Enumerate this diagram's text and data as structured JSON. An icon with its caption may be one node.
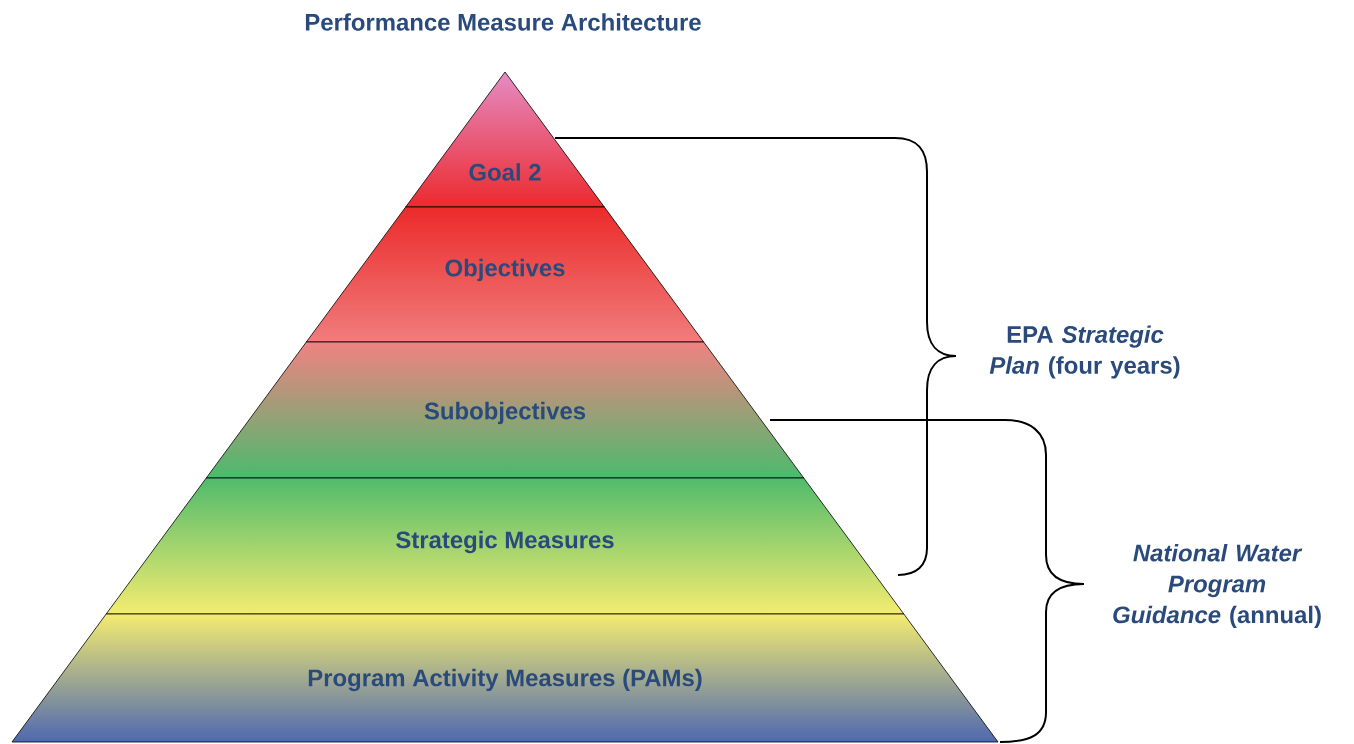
{
  "diagram": {
    "title": "Performance Measure Architecture",
    "nodes": [
      {
        "text": [
          "Goal 2"
        ]
      },
      {
        "text": [
          "Objectives"
        ]
      },
      {
        "text": [
          "Subobjectives"
        ]
      },
      {
        "text": [
          "Strategic Measures"
        ]
      },
      {
        "text": [
          "Program Activity Measures (PAMs)"
        ]
      }
    ],
    "labels": [
      "EPA *Strategic Plan* (four years)",
      "*National Water Program Guidance* (annual)"
    ]
  }
}
